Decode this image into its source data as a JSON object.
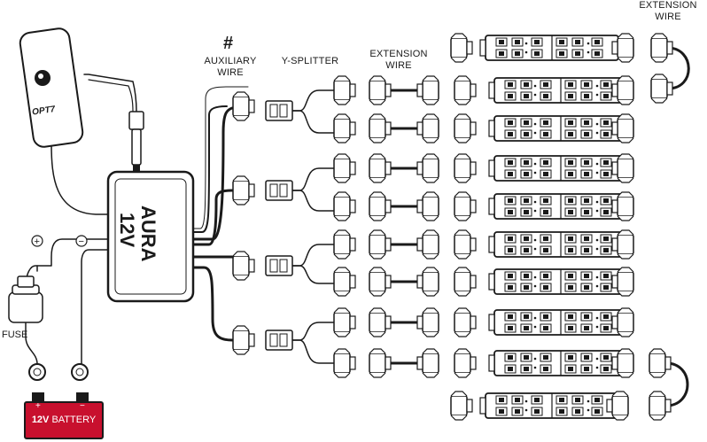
{
  "labels": {
    "aux_symbol": "#",
    "aux_line1": "AUXILIARY",
    "aux_line2": "WIRE",
    "splitter": "Y-SPLITTER",
    "ext_line1": "EXTENSION",
    "ext_line2": "WIRE",
    "ext_top_line1": "EXTENSION",
    "ext_top_line2": "WIRE",
    "fuse": "FUSE",
    "battery_bold": "12V",
    "battery_text": " BATTERY",
    "remote_brand": "OPT7",
    "box_brand": "AURA",
    "box_voltage": "12V",
    "plus": "+",
    "minus": "−",
    "batt_plus": "+",
    "batt_minus": "−"
  },
  "colors": {
    "wire": "#1a1a1a",
    "battery": "#c8102e",
    "outline": "#1a1a1a",
    "fill": "#ffffff"
  }
}
